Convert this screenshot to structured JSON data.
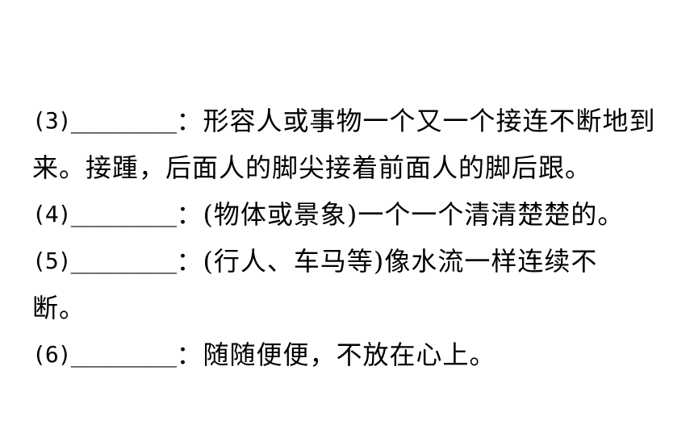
{
  "items": [
    {
      "number": "(3)",
      "blank": "________",
      "text": "：形容人或事物一个又一个接连不断地到",
      "continuation": "来。接踵，后面人的脚尖接着前面人的脚后跟。"
    },
    {
      "number": "(4)",
      "blank": "________",
      "text": "：(物体或景象)一个一个清清楚楚的。"
    },
    {
      "number": "(5)",
      "blank": "________",
      "text": "：(行人、车马等)像水流一样连续不",
      "continuation": "断。"
    },
    {
      "number": "(6)",
      "blank": "________",
      "text": "：随随便便，不放在心上。"
    }
  ]
}
